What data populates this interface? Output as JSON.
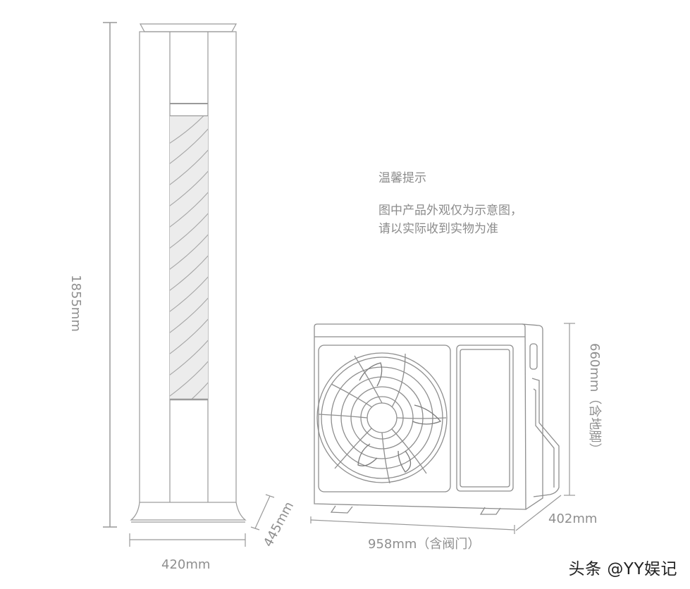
{
  "notice": {
    "title": "温馨提示",
    "lines": [
      "图中产品外观仅为示意图，",
      "请以实际收到实物为准"
    ]
  },
  "indoor_unit": {
    "height": "1855mm",
    "width": "420mm",
    "depth": "445mm"
  },
  "outdoor_unit": {
    "width": "958mm（含阀门）",
    "height": "660mm（含地脚）",
    "depth": "402mm"
  },
  "watermark": "头条 @YY娱记",
  "colors": {
    "line": "#9a9a9a",
    "hatch_fill": "#ebebeb",
    "text": "#8c8c8c",
    "watermark": "#222222"
  }
}
